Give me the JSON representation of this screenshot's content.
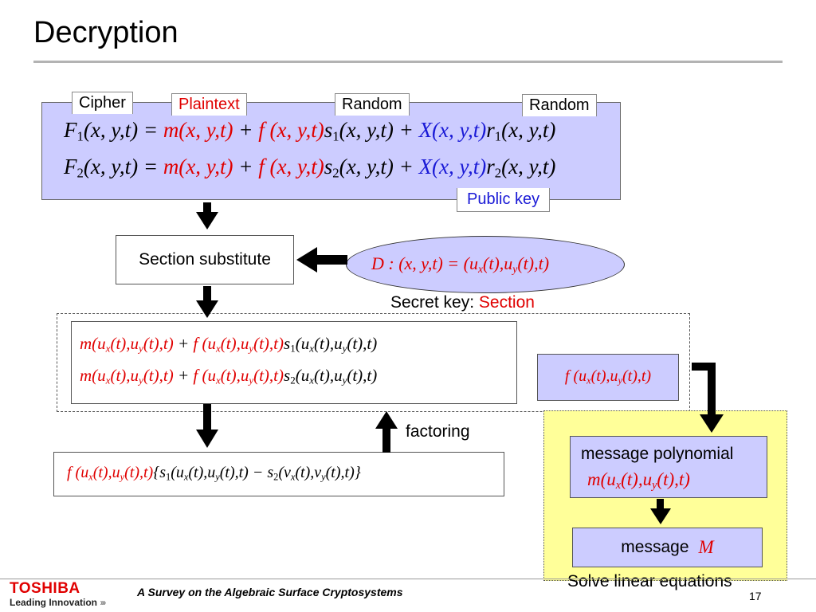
{
  "slide": {
    "title": "Decryption",
    "page_number": "17"
  },
  "public_key_box": {
    "tag_cipher": "Cipher",
    "tag_plaintext": "Plaintext",
    "tag_random1": "Random",
    "tag_random2": "Random",
    "tag_public_key": "Public key",
    "colors": {
      "plaintext": "#e00000",
      "public_key": "#1a1ad6",
      "fill": "#ccccff"
    }
  },
  "section_substitute": {
    "label": "Section substitute"
  },
  "secret_key": {
    "label": "Secret key:",
    "value": "Section"
  },
  "factoring": {
    "label": "factoring"
  },
  "message_polynomial": {
    "label": "message polynomial"
  },
  "message": {
    "label": "message",
    "symbol": "M"
  },
  "solve": {
    "label": "Solve linear equations"
  },
  "footer": {
    "brand": "TOSHIBA",
    "tagline": "Leading Innovation",
    "survey_title": "A  Survey on the Algebraic Surface Cryptosystems"
  },
  "icons": [
    "down-arrow-icon",
    "left-arrow-icon",
    "up-arrow-icon",
    "elbow-arrow-icon",
    "chevron-right-icon"
  ]
}
